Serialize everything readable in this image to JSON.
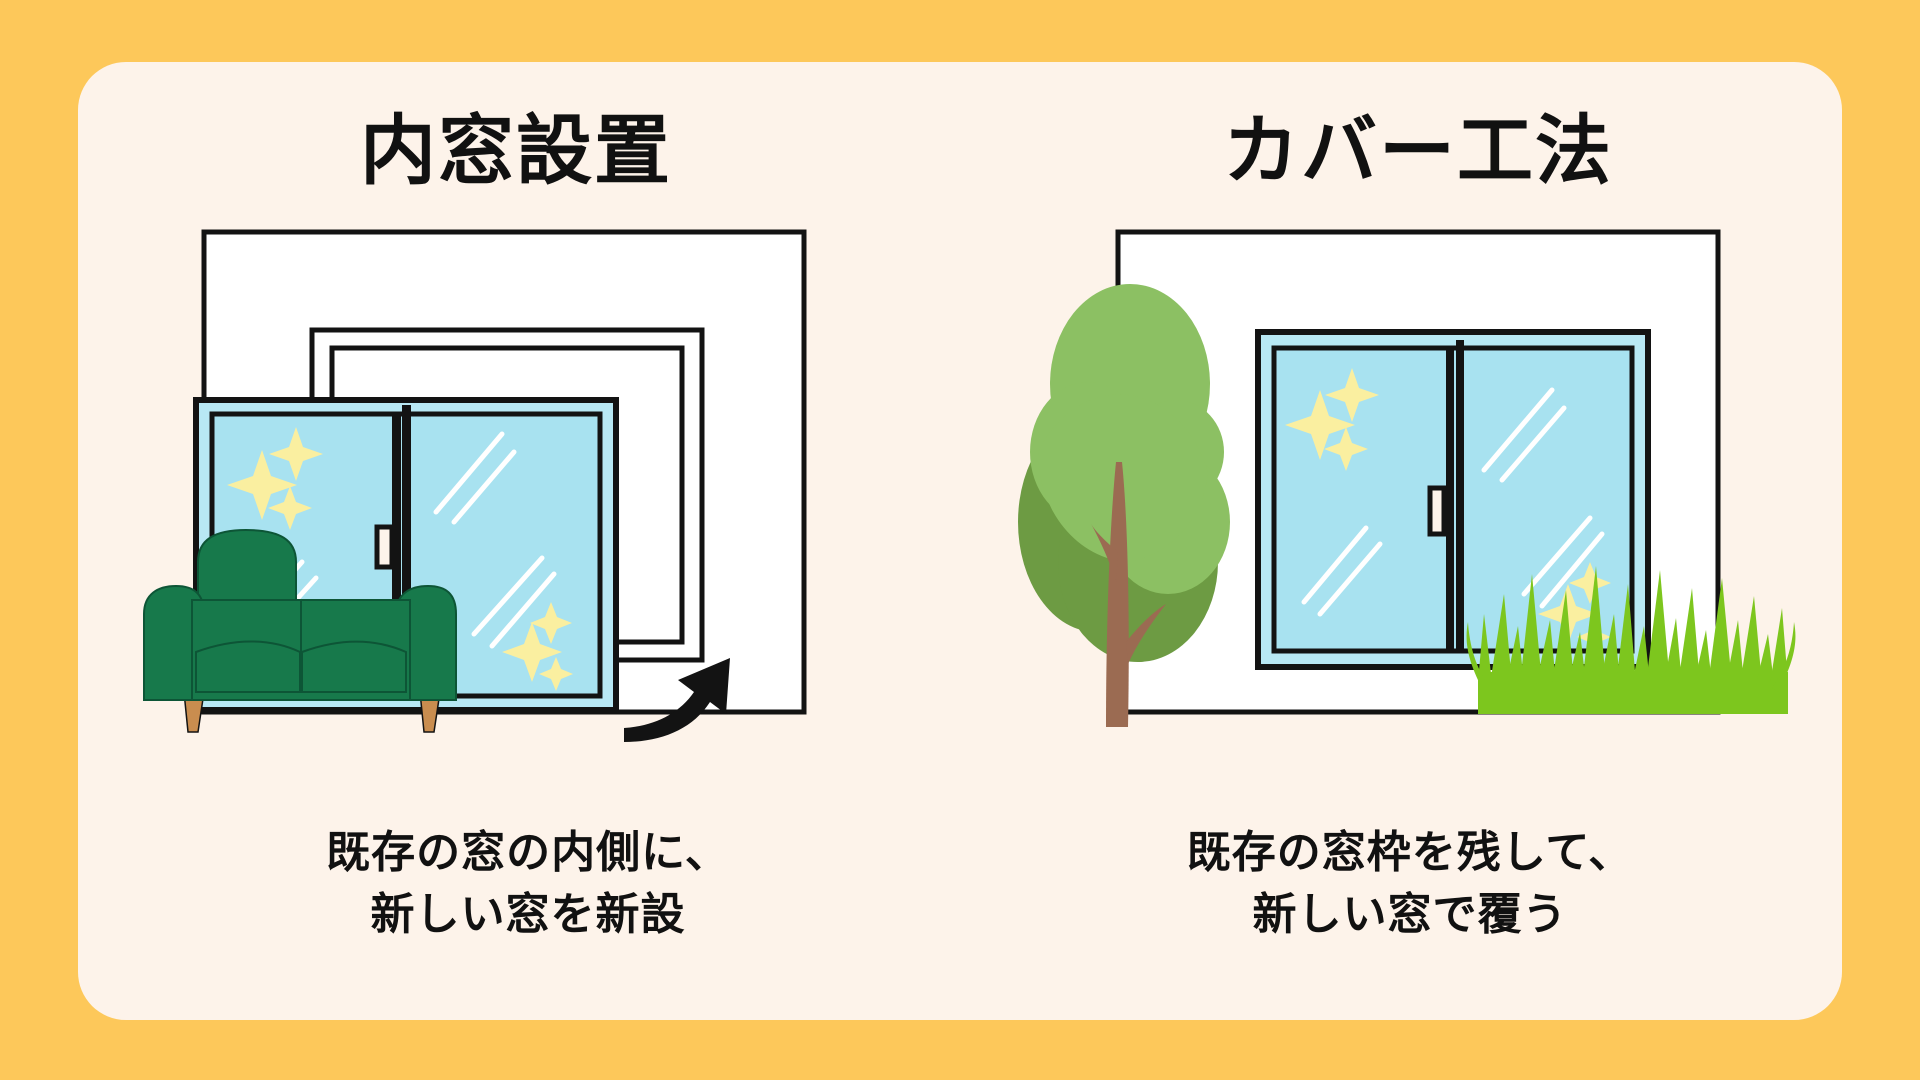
{
  "page": {
    "background_color": "#FDC85A",
    "card_color": "#FDF3EA"
  },
  "panels": [
    {
      "id": "inner-window-installation",
      "title": "内窓設置",
      "caption_line_1": "既存の窓の内側に、",
      "caption_line_2": "新しい窓を新設",
      "illustration": {
        "name": "interior-window-scene",
        "elements": [
          "wall-opening",
          "existing-window-frame-outline",
          "new-inner-window",
          "sofa",
          "direction-arrow"
        ]
      }
    },
    {
      "id": "cover-method",
      "title": "カバー工法",
      "caption_line_1": "既存の窓枠を残して、",
      "caption_line_2": "新しい窓で覆う",
      "illustration": {
        "name": "exterior-window-scene",
        "elements": [
          "wall-opening",
          "new-window",
          "tree",
          "grass"
        ]
      }
    }
  ],
  "colors": {
    "background": "#FDC85A",
    "card": "#FDF3EA",
    "wall": "#FFFFFF",
    "outline": "#131313",
    "glass": "#A8E2F0",
    "glass_edge": "#B8E8F4",
    "sparkle": "#FAEFA0",
    "highlight": "#FFFFFF",
    "sofa": "#17794B",
    "sofa_shade": "#0F6340",
    "sofa_leg": "#C98D4F",
    "tree_canopy": "#8CC063",
    "tree_canopy_shade": "#6D9B43",
    "tree_trunk": "#9B6B52",
    "grass": "#7DC61E",
    "text": "#111111"
  }
}
